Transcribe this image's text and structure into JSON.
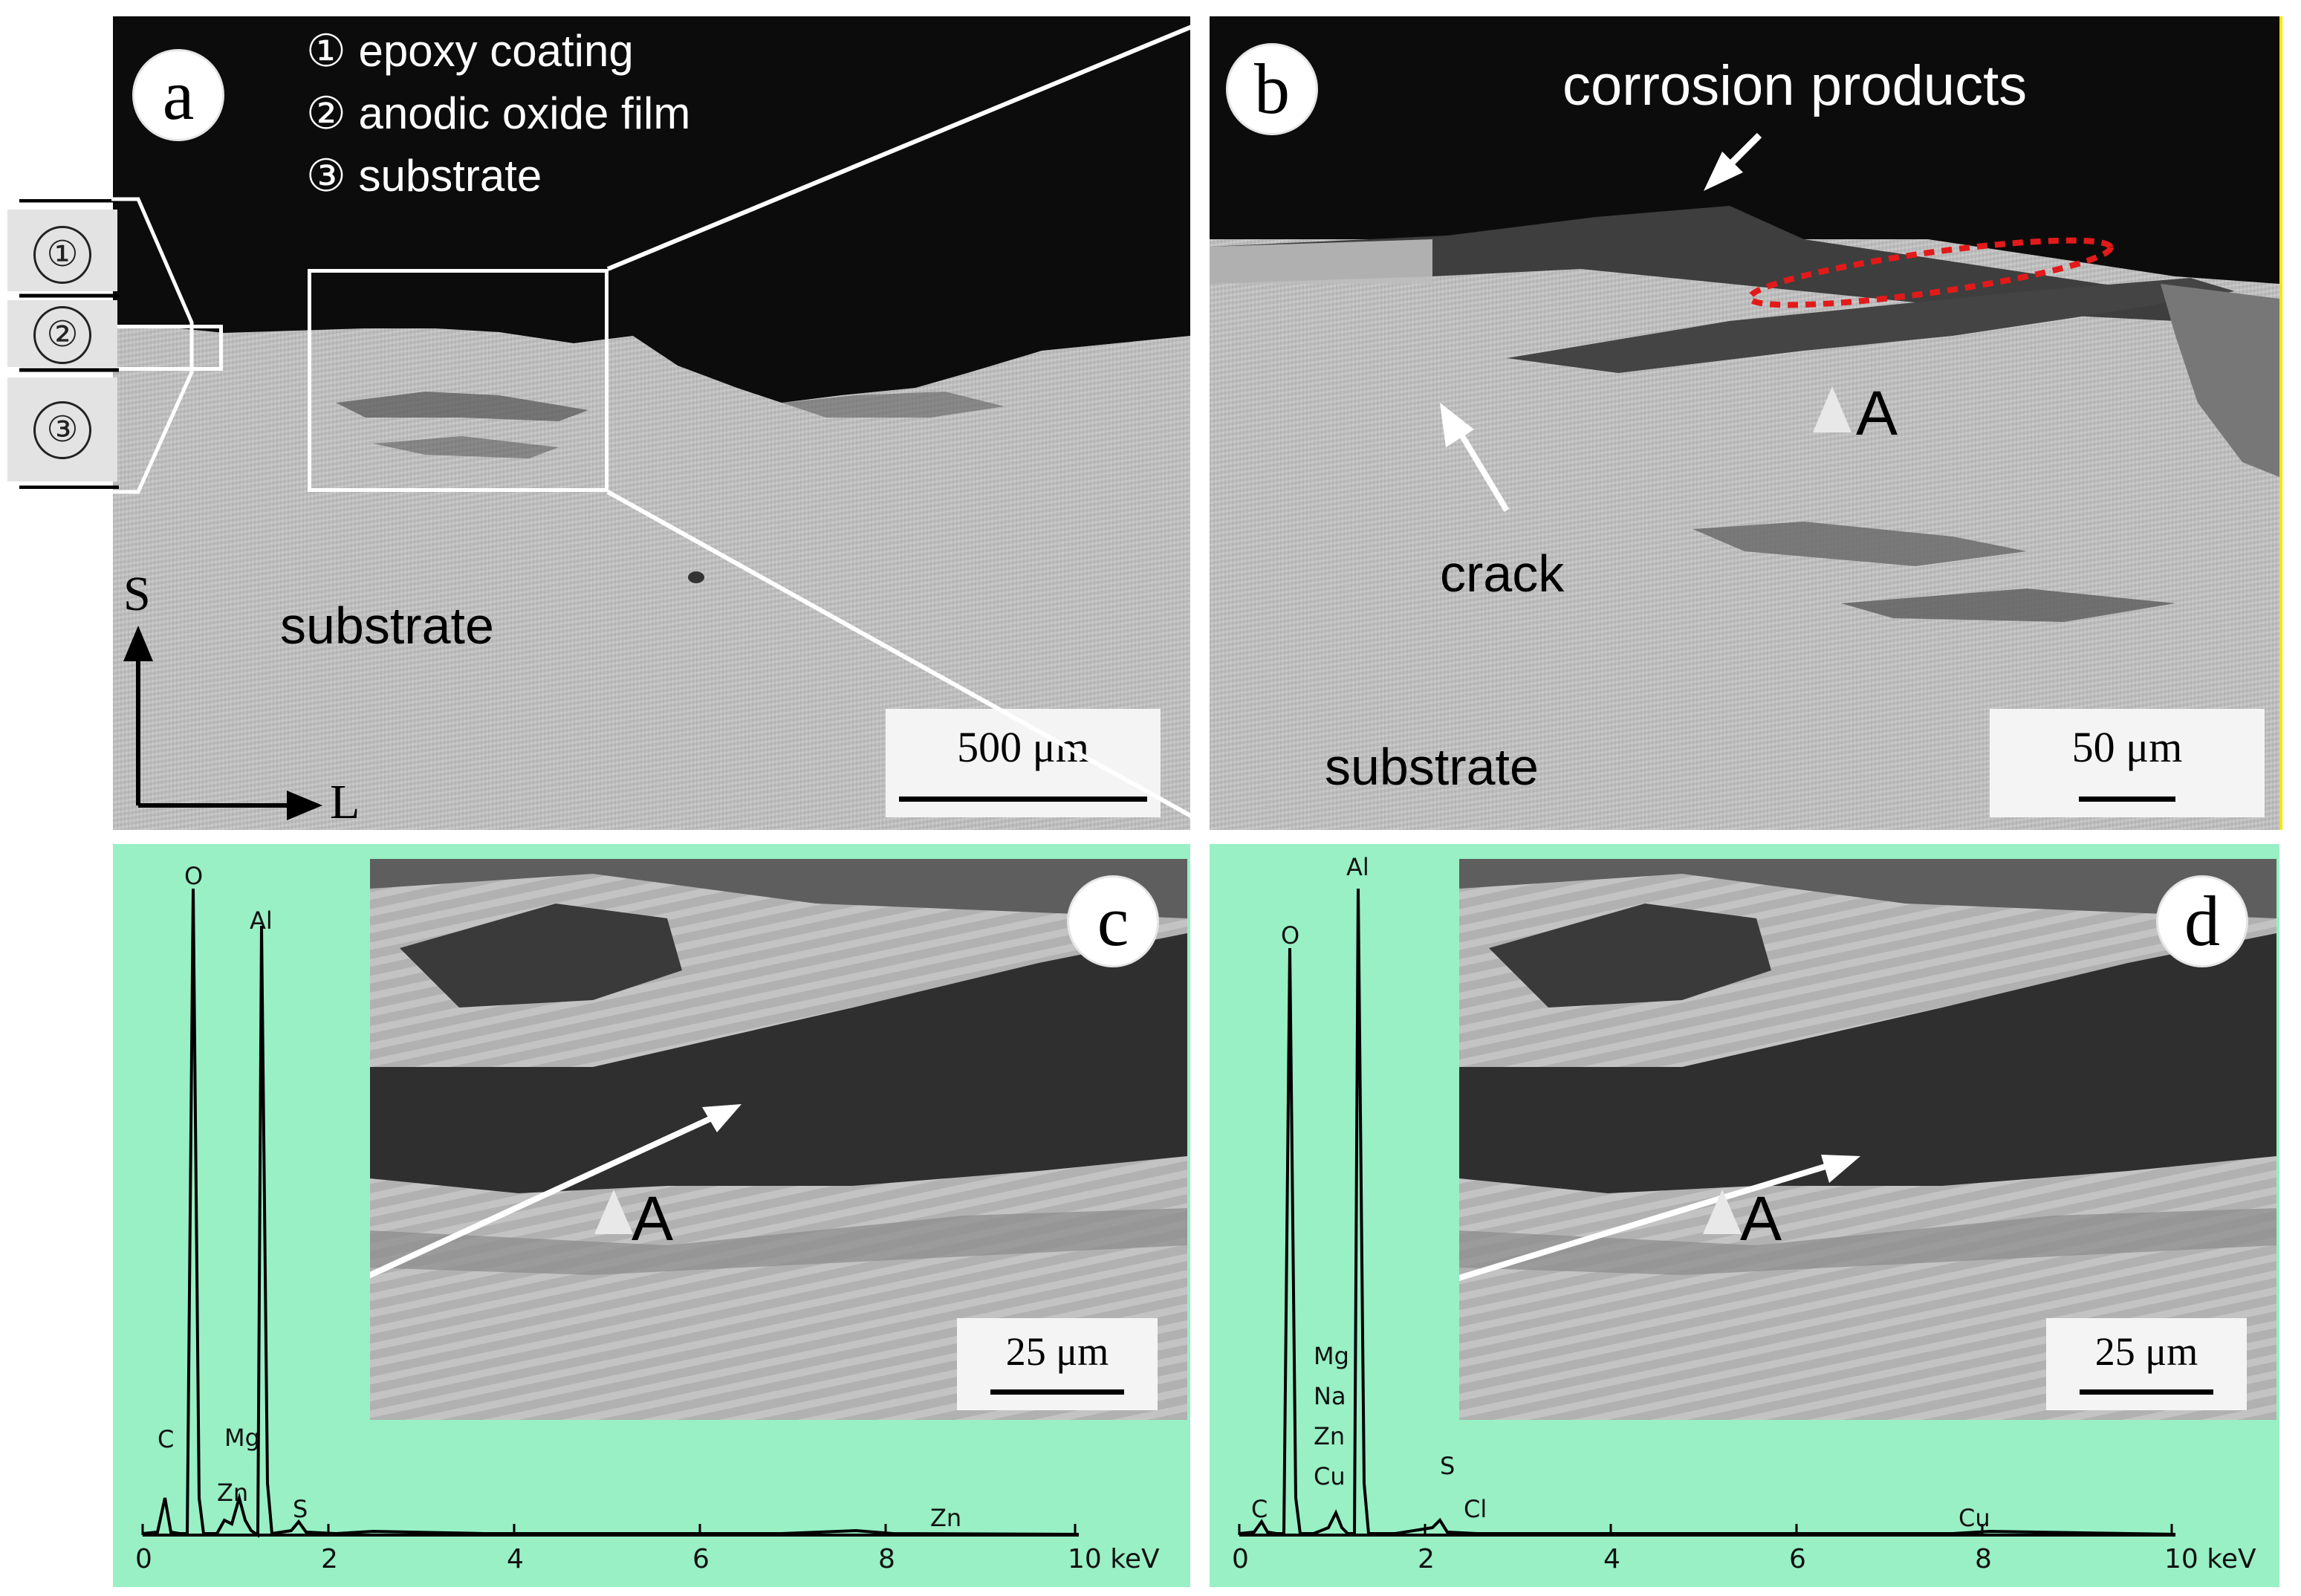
{
  "panel_a": {
    "label": "a",
    "legend": [
      "① epoxy coating",
      "② anodic oxide film",
      "③ substrate"
    ],
    "substrate_label": "substrate",
    "axis_s": "S",
    "axis_l": "L",
    "scale": "500 μm",
    "layer_stack": [
      "①",
      "②",
      "③"
    ]
  },
  "panel_b": {
    "label": "b",
    "corrosion_label": "corrosion products",
    "crack_label": "crack",
    "point_label": "A",
    "substrate_label": "substrate",
    "scale": "50 μm"
  },
  "panel_c": {
    "label": "c",
    "point_label": "A",
    "scale": "25 μm",
    "peaks": [
      "C",
      "O",
      "Zn",
      "Mg",
      "Al",
      "S",
      "Zn"
    ],
    "x_ticks": [
      "0",
      "2",
      "4",
      "6",
      "8",
      "10 keV"
    ]
  },
  "panel_d": {
    "label": "d",
    "point_label": "A",
    "scale": "25 μm",
    "peaks": [
      "C",
      "O",
      "Mg",
      "Na",
      "Zn",
      "Cu",
      "Al",
      "S",
      "Cl",
      "Cu"
    ],
    "x_ticks": [
      "0",
      "2",
      "4",
      "6",
      "8",
      "10 keV"
    ]
  },
  "colors": {
    "spectrum_bg": "#98f0c4",
    "sem_dark": "#0c0c0c",
    "substrate": "#c4c4c4",
    "highlight": "#e21a1a"
  }
}
